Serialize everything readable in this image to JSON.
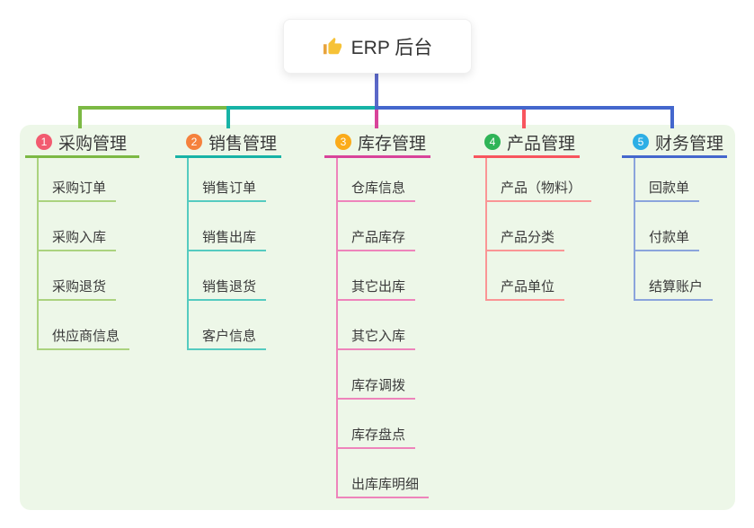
{
  "root": {
    "label": "ERP 后台",
    "icon": "thumbs-up",
    "icon_color": "#f6c237"
  },
  "colors": {
    "page_bg": "#ffffff",
    "panel_bg": "#edf7e8",
    "root_card_bg": "#ffffff",
    "root_line": "#5b68c8",
    "text": "#3a3a3a"
  },
  "branches": [
    {
      "number": "1",
      "title": "采购管理",
      "color": "#7cb944",
      "light": "#abd37f",
      "badge": "#f25b70",
      "children": [
        "采购订单",
        "采购入库",
        "采购退货",
        "供应商信息"
      ]
    },
    {
      "number": "2",
      "title": "销售管理",
      "color": "#17b3a6",
      "light": "#55cbc0",
      "badge": "#f5813d",
      "children": [
        "销售订单",
        "销售出库",
        "销售退货",
        "客户信息"
      ]
    },
    {
      "number": "3",
      "title": "库存管理",
      "color": "#d8449a",
      "light": "#ee84bb",
      "badge": "#fbab1a",
      "children": [
        "仓库信息",
        "产品库存",
        "其它出库",
        "其它入库",
        "库存调拨",
        "库存盘点",
        "出库库明细"
      ]
    },
    {
      "number": "4",
      "title": "产品管理",
      "color": "#f8555e",
      "light": "#fa9595",
      "badge": "#2fb457",
      "children": [
        "产品（物料）",
        "产品分类",
        "产品单位"
      ]
    },
    {
      "number": "5",
      "title": "财务管理",
      "color": "#4467cd",
      "light": "#8ba4dc",
      "badge": "#2caee5",
      "children": [
        "回款单",
        "付款单",
        "结算账户"
      ]
    }
  ]
}
